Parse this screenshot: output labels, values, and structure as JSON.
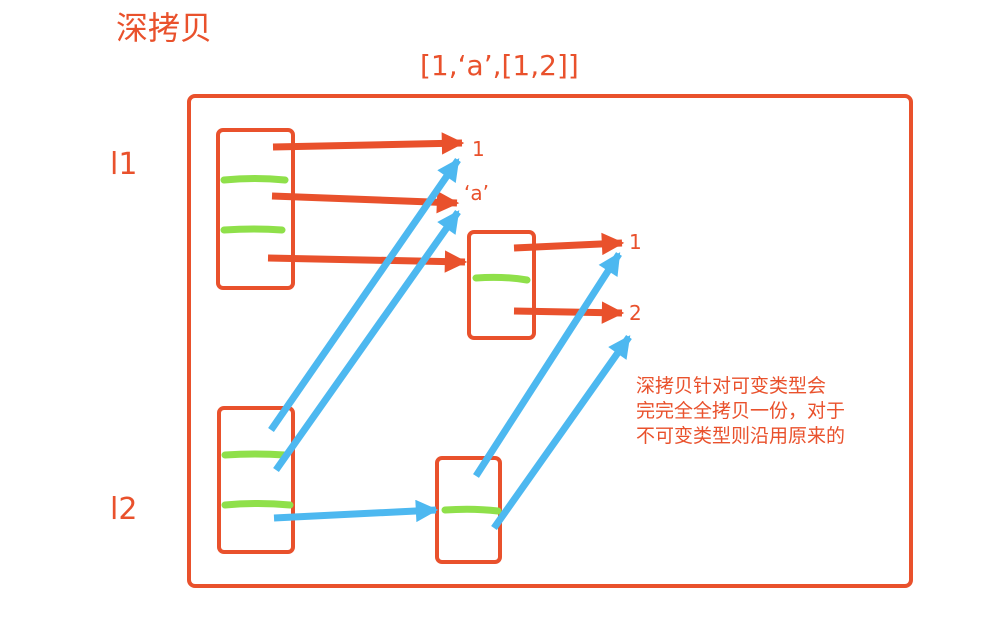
{
  "title": "深拷贝",
  "list_literal": "[1,‘a’,[1,2]]",
  "variables": {
    "l1": "l1",
    "l2": "l2"
  },
  "values": {
    "one_outer": "1",
    "a": "‘a’",
    "one_inner": "1",
    "two_inner": "2"
  },
  "note_lines": [
    "深拷贝针对可变类型会",
    "完完全全拷贝一份，对于",
    "不可变类型则沿用原来的"
  ],
  "colors": {
    "outline": "#e9512c",
    "l1_arrows": "#e9512c",
    "l2_arrows": "#4db8f0",
    "slot_marks": "#8fe04a"
  }
}
